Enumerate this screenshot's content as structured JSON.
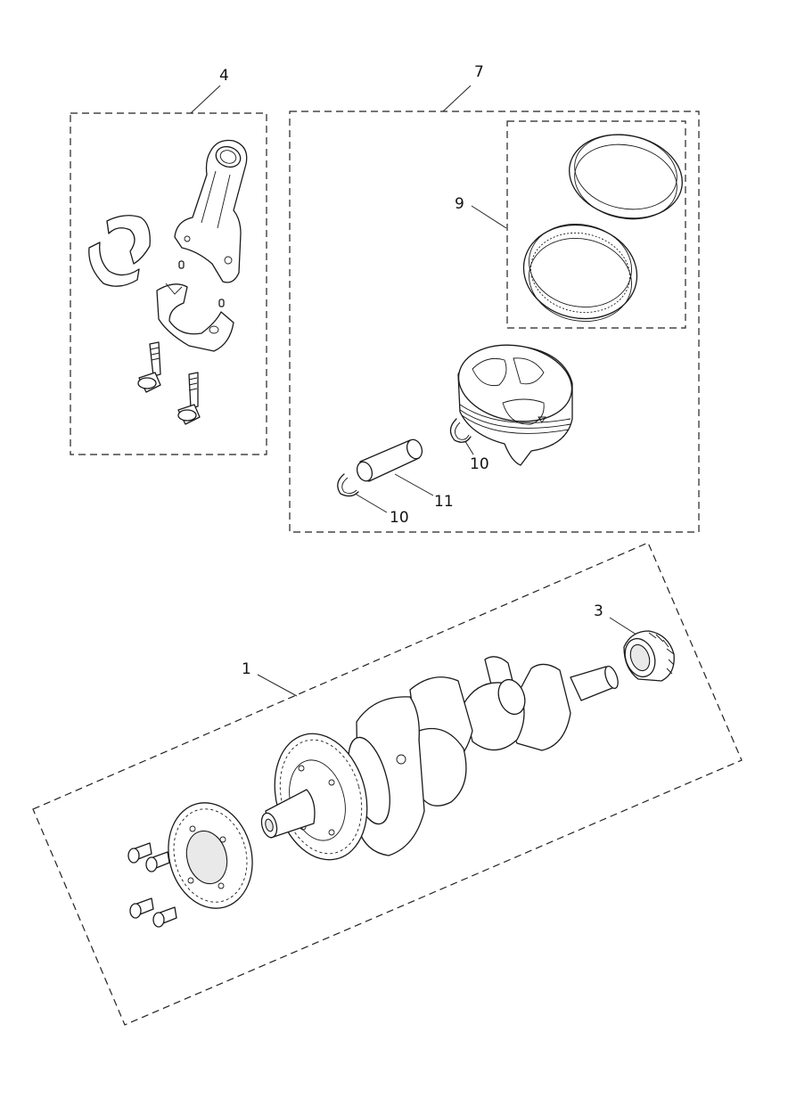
{
  "callouts": {
    "c1": "1",
    "c3": "3",
    "c4": "4",
    "c7": "7",
    "c9": "9",
    "c10a": "10",
    "c10b": "10",
    "c11": "11"
  },
  "icons": [
    "connecting-rod-icon",
    "bearing-shell-icon",
    "bolt-icon",
    "piston-icon",
    "piston-ring-icon",
    "gudgeon-pin-icon",
    "circlip-icon",
    "crankshaft-icon",
    "gear-icon",
    "needle-bearing-icon"
  ]
}
